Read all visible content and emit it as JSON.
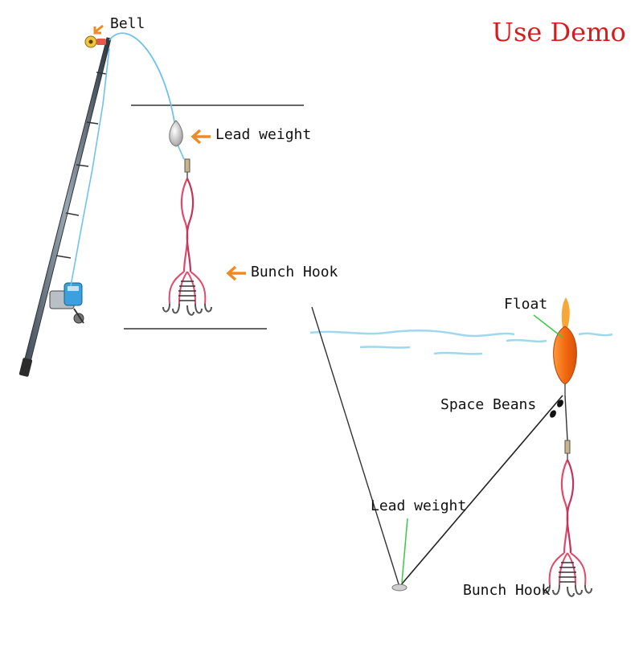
{
  "title": "Use Demo",
  "colors": {
    "title": "#d41e1e",
    "arrow": "#f08a24",
    "line": "#6ec3ea",
    "water": "#9fd8ee",
    "float": "#f26a10",
    "hook_cord": "#e04a6a",
    "pointer_green": "#3cc84a"
  },
  "labels": {
    "bell": "Bell",
    "lead_weight_top": "Lead weight",
    "bunch_hook_top": "Bunch Hook",
    "float": "Float",
    "space_beans": "Space Beans",
    "lead_weight_bottom": "Lead weight",
    "bunch_hook_bottom": "Bunch Hook"
  },
  "icons": {
    "arrow": "arrow-left-icon",
    "rod": "fishing-rod-icon",
    "reel": "spinning-reel-icon",
    "bell": "bell-icon",
    "weight": "lead-weight-icon",
    "hook": "bunch-hook-icon",
    "float": "float-icon"
  }
}
